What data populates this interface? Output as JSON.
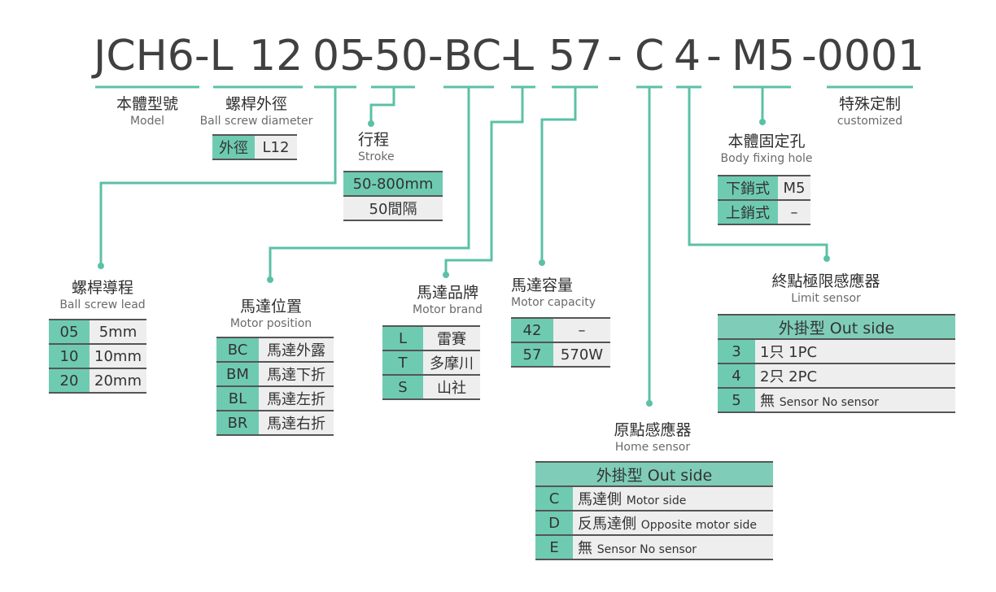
{
  "model_code": {
    "jch6": "JCH6-L",
    "lead": "12",
    "diameter": "05",
    "stroke": "-50-",
    "position": "BC-",
    "brand": "L",
    "capacity": "57",
    "dash1": "-",
    "home": "C",
    "limit": "4",
    "dash2": "-",
    "fixing": "M5",
    "custom": "-0001"
  },
  "labels": {
    "model": {
      "zh": "本體型號",
      "en": "Model"
    },
    "diameter": {
      "zh": "螺桿外徑",
      "en": "Ball screw diameter"
    },
    "stroke": {
      "zh": "行程",
      "en": "Stroke"
    },
    "lead": {
      "zh": "螺桿導程",
      "en": "Ball screw lead"
    },
    "position": {
      "zh": "馬達位置",
      "en": "Motor position"
    },
    "brand": {
      "zh": "馬達品牌",
      "en": "Motor brand"
    },
    "capacity": {
      "zh": "馬達容量",
      "en": "Motor capacity"
    },
    "home": {
      "zh": "原點感應器",
      "en": "Home sensor"
    },
    "fixing": {
      "zh": "本體固定孔",
      "en": "Body fixing hole"
    },
    "limit": {
      "zh": "終點極限感應器",
      "en": "Limit sensor"
    },
    "custom": {
      "zh": "特殊定制",
      "en": "customized"
    }
  },
  "tables": {
    "diameter": [
      {
        "k": "外徑",
        "v": "L12"
      }
    ],
    "stroke": [
      "50-800mm",
      "50間隔"
    ],
    "lead": [
      {
        "k": "05",
        "v": "5mm"
      },
      {
        "k": "10",
        "v": "10mm"
      },
      {
        "k": "20",
        "v": "20mm"
      }
    ],
    "position": [
      {
        "k": "BC",
        "v": "馬達外露"
      },
      {
        "k": "BM",
        "v": "馬達下折"
      },
      {
        "k": "BL",
        "v": "馬達左折"
      },
      {
        "k": "BR",
        "v": "馬達右折"
      }
    ],
    "brand": [
      {
        "k": "L",
        "v": "雷賽"
      },
      {
        "k": "T",
        "v": "多摩川"
      },
      {
        "k": "S",
        "v": "山社"
      }
    ],
    "capacity": [
      {
        "k": "42",
        "v": "–"
      },
      {
        "k": "57",
        "v": "570W"
      }
    ],
    "fixing": [
      {
        "k": "下銷式",
        "v": "M5"
      },
      {
        "k": "上銷式",
        "v": "–"
      }
    ],
    "limit": {
      "header": "外掛型 Out side",
      "rows": [
        {
          "k": "3",
          "zh": "1只 1PC",
          "en": ""
        },
        {
          "k": "4",
          "zh": "2只 2PC",
          "en": ""
        },
        {
          "k": "5",
          "zh": "無",
          "en": "Sensor No sensor"
        }
      ]
    },
    "home": {
      "header": "外掛型 Out side",
      "rows": [
        {
          "k": "C",
          "zh": "馬達側",
          "en": "Motor side"
        },
        {
          "k": "D",
          "zh": "反馬達側",
          "en": "Opposite motor side"
        },
        {
          "k": "E",
          "zh": "無",
          "en": "Sensor No sensor"
        }
      ]
    }
  },
  "colors": {
    "accent": "#6ecbb2",
    "connector": "#5cc0a6",
    "text": "#404040"
  }
}
